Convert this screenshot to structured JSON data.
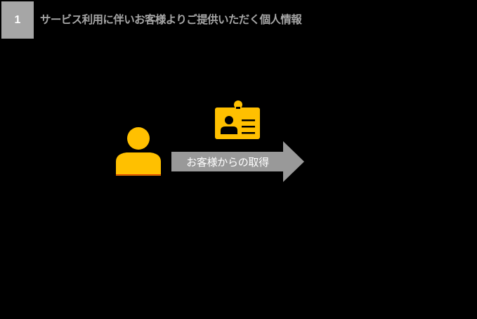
{
  "header": {
    "section_number": "1",
    "title": "サービス利用に伴いお客様よりご提供いただく個人情報"
  },
  "diagram": {
    "actor_icon": "person-icon",
    "document_icon": "id-card-icon",
    "arrow_label": "お客様からの取得"
  },
  "colors": {
    "background": "#000000",
    "badge": "#a6a6a6",
    "title_text": "#a6a6a6",
    "icon_accent": "#ffc000",
    "arrow": "#999999",
    "arrow_text": "#ffffff"
  }
}
